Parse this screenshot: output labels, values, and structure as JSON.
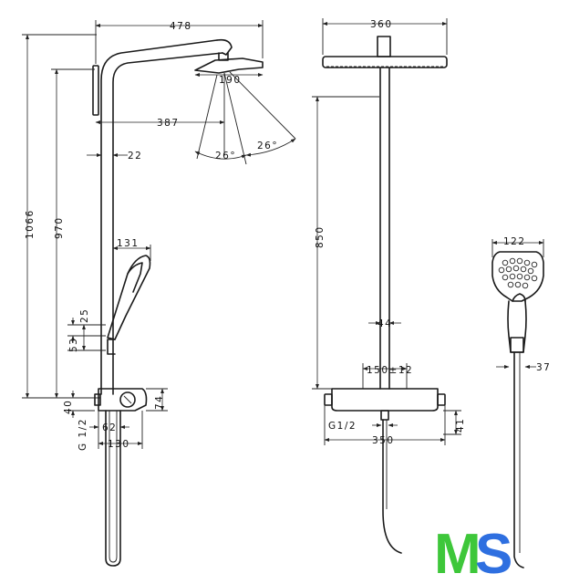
{
  "diagram": {
    "labels": {
      "side_width": "478",
      "head_diameter": "190",
      "head_offset": "387",
      "angle_left": "26°",
      "angle_right": "26°",
      "pipe_diameter": "22",
      "total_height": "1066",
      "riser_height": "970",
      "hand_shower_offset": "131",
      "holder_gap": "25",
      "holder_height": "53",
      "inlet_height": "40",
      "thermostat_height": "74",
      "inlet_thread_side": "G 1/2",
      "inlet_center_side": "62",
      "thermostat_depth": "130",
      "front_head_width": "360",
      "front_height": "850",
      "front_pipe_width": "44",
      "front_center_distance": "150±12",
      "front_inlet_thread": "G1/2",
      "front_body_width": "350",
      "front_body_depth": "41",
      "hand_width": "122",
      "hand_handle_width": "37"
    }
  },
  "logo": {
    "letter_m": "M",
    "letter_s": "S",
    "color_m": "#3ec73a",
    "color_s": "#2e6fe0"
  }
}
